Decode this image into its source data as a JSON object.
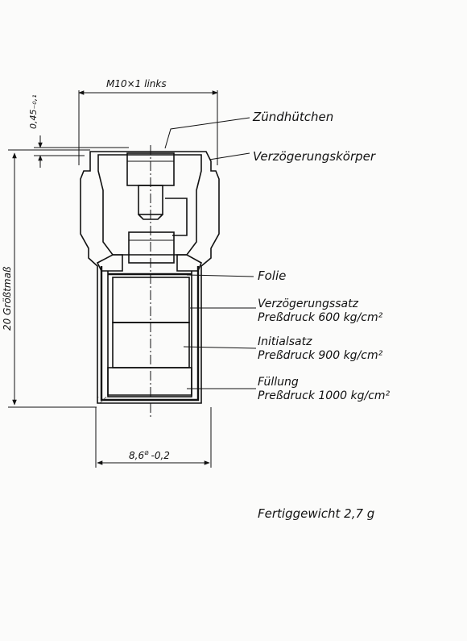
{
  "dimensions": {
    "thread": "M10×1 links",
    "offset": "0,45₋₀,₁",
    "length": "20 Größtmaß",
    "diameter_value": "8,6",
    "diameter_symbol": "⌀",
    "diameter_tol": "-0,2"
  },
  "labels": {
    "primer": "Zündhütchen",
    "delay_body": "Verzögerungskörper",
    "foil": "Folie",
    "delay_charge_1": "Verzögerungssatz",
    "delay_charge_2": "Preßdruck 600 kg/cm²",
    "initial_1": "Initialsatz",
    "initial_2": "Preßdruck 900 kg/cm²",
    "filling_1": "Füllung",
    "filling_2": "Preßdruck 1000 kg/cm²"
  },
  "footer": {
    "weight": "Fertiggewicht 2,7 g"
  }
}
